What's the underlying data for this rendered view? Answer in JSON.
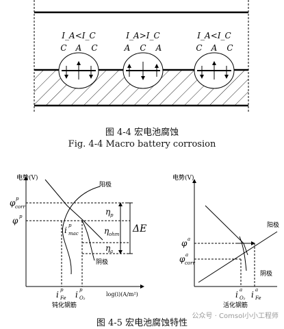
{
  "figure_4_4": {
    "caption_cn": "图 4-4  宏电池腐蚀",
    "caption_en": "Fig. 4-4  Macro battery corrosion",
    "cell_left": {
      "condition": "I_A<I_C",
      "labels": [
        "C",
        "A",
        "C"
      ]
    },
    "cell_mid": {
      "condition": "I_A>I_C",
      "labels": [
        "A",
        "C",
        "A"
      ]
    },
    "cell_right": {
      "condition": "I_A<I_C",
      "labels": [
        "C",
        "A",
        "C"
      ]
    }
  },
  "figure_4_5": {
    "caption": "图 4-5  宏电池腐蚀特性",
    "left_plot": {
      "ylabel": "电势(V)",
      "xlabel": "log(i)(A/m²)",
      "sublabel": "钝化钢筋",
      "anode_label": "阳极",
      "cathode_label": "阴极",
      "phi_corr_p": "φ",
      "phi_p": "φ",
      "eta_p": "η",
      "eta_ohm": "η",
      "eta_a": "η",
      "delta_E": "ΔE",
      "i_mac": "i",
      "i_Fe": "i",
      "i_O2": "i"
    },
    "right_plot": {
      "ylabel": "电势(V)",
      "sublabel": "活化钢筋",
      "anode_label": "阳极",
      "cathode_label": "阴极",
      "phi_a": "φ",
      "phi_corr_a": "φ",
      "i_O2": "i",
      "i_Fe": "i"
    }
  },
  "watermark": "公众号 · Comsol小小工程师"
}
